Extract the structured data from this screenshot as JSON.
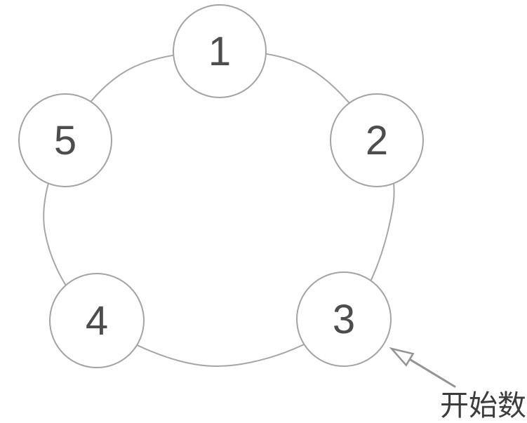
{
  "diagram": {
    "title": "ring-counting-diagram",
    "nodes": [
      {
        "label": "1"
      },
      {
        "label": "2"
      },
      {
        "label": "3"
      },
      {
        "label": "4"
      },
      {
        "label": "5"
      }
    ],
    "annotation": {
      "label": "开始数",
      "points_to_node": "3"
    },
    "colors": {
      "background": "#ffffff",
      "ring_stroke": "#a6a6a6",
      "node_stroke": "#a3a3a3",
      "node_fill": "#ffffff",
      "number_color": "#4d4d4d",
      "arrow_color": "#949494",
      "annotation_color": "#3c3c3c"
    }
  }
}
